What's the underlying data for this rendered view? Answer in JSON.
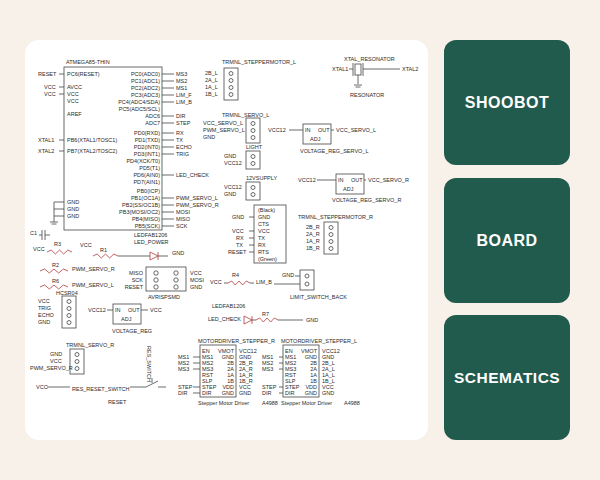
{
  "diagram": {
    "nodes": [
      {
        "text": [
          "SHOOBOT"
        ]
      },
      {
        "text": [
          "BOARD"
        ]
      },
      {
        "text": [
          "SCHEMATICS"
        ]
      }
    ],
    "labels": [
      "RESET",
      "VCC",
      "VCC",
      "XTAL1",
      "XTAL2",
      "ATMEGA85-THIN",
      "PC6(RESET)",
      "AVCC",
      "VCC",
      "VCC",
      "AREF",
      "PB6(XTAL1/TOSC1)",
      "PB7(XTAL2/TOSC2)",
      "GND",
      "GND",
      "GND",
      "PC0(ADC0)",
      "PC1(ADC1)",
      "PC2(ADC2)",
      "PC3(ADC3)",
      "PC4(ADC4/SDA)",
      "PC5(ADC5/SCL)",
      "ADC6",
      "ADC7",
      "PD0(RXD)",
      "PD1(TXD)",
      "PD2(INT0)",
      "PD3(INT1)",
      "PD4(XCK/T0)",
      "PD5(T1)",
      "PD6(AIN0)",
      "PD7(AIN1)",
      "PB0(ICP)",
      "PB1(OC1A)",
      "PB2(SS/OC1B)",
      "PB3(MOSI/OC2)",
      "PB4(MISO)",
      "PB5(SCK)",
      "MS3",
      "MS2",
      "MS1",
      "LIM_F",
      "LIM_B",
      "DIR",
      "STEP",
      "RX",
      "TX",
      "ECHO",
      "TRIG",
      "LED_CHECK",
      "PWM_SERVO_L",
      "PWM_SERVO_R",
      "MOSI",
      "MISO",
      "SCK",
      "TRMNL_STEPPERMOTOR_L",
      "2B_L",
      "2A_L",
      "1A_L",
      "1B_L",
      "TRMNL_SERVO_L",
      "VCC_SERVO_L",
      "PWM_SERVO_L",
      "GND",
      "LIGHT",
      "GND",
      "VCC12",
      "12VSUPPLY",
      "VCC12",
      "GND",
      "VCC12",
      "IN",
      "OUT",
      "ADJ",
      "VCC_SERVO_L",
      "VOLTAGE_REG_SERVO_L",
      "XTAL1",
      "XTAL_RESONATOR",
      "RESONATOR",
      "XTAL2",
      "VCC12",
      "IN",
      "OUT",
      "ADJ",
      "VCC_SERVO_R",
      "VOLTAGE_REG_SERVO_R",
      "(Black)",
      "GND",
      "CTS",
      "VCC",
      "TX",
      "RX",
      "RTS",
      "(Green)",
      "GND",
      "VCC",
      "RX",
      "TX",
      "RESET",
      "TRMNL_STEPPERMOTOR_R",
      "2B_R",
      "2A_R",
      "1A_R",
      "1B_R",
      "C1",
      "VCC",
      "R3",
      "VCC",
      "R1",
      "LEDFAB1206",
      "LED_POWER",
      "GND",
      "R2",
      "PWM_SERVO_R",
      "R6",
      "PWM_SERVO_L",
      "MISO",
      "SCK",
      "RESET",
      "VCC",
      "MOSI",
      "GND",
      "AVRISPSMD",
      "R4",
      "VCC",
      "LIM_B",
      "GND",
      "LIMIT_SWITCH_BACK",
      "HCSR04",
      "VCC",
      "TRIG",
      "ECHO",
      "GND",
      "VCC12",
      "IN",
      "OUT",
      "ADJ",
      "VCC",
      "VOLTAGE_REG",
      "LEDFAB1206",
      "LED_CHECK",
      "R7",
      "GND",
      "TRMNL_SERVO_R",
      "GND",
      "VCC",
      "PWM_SERVO_R",
      "RES_SWITCH",
      "VCC",
      "RES_RESET_SWITCH",
      "RESET",
      "MOTORDRIVER_STEPPER_R",
      "EN",
      "MS1",
      "MS2",
      "MS3",
      "RST",
      "SLP",
      "STEP",
      "DIR",
      "VMOT",
      "GND",
      "2B",
      "2A",
      "1A",
      "1B",
      "VDD",
      "GND",
      "MS1",
      "MS2",
      "MS3",
      "STEP",
      "DIR",
      "VCC12",
      "GND",
      "2B_R",
      "2A_R",
      "1A_R",
      "1B_R",
      "VCC",
      "GND",
      "Stepper Motor Driver",
      "A4988",
      "MOTORDRIVER_STEPPER_L",
      "EN",
      "MS1",
      "MS2",
      "MS3",
      "RST",
      "SLP",
      "STEP",
      "DIR",
      "VMOT",
      "GND",
      "2B",
      "2A",
      "1A",
      "1B",
      "VDD",
      "GND",
      "MS1",
      "MS2",
      "MS3",
      "STEP",
      "DIR",
      "VCC12",
      "GND",
      "2B_L",
      "2A_L",
      "1A_L",
      "1B_L",
      "VCC",
      "GND",
      "Stepper Motor Driver",
      "A4988"
    ]
  }
}
